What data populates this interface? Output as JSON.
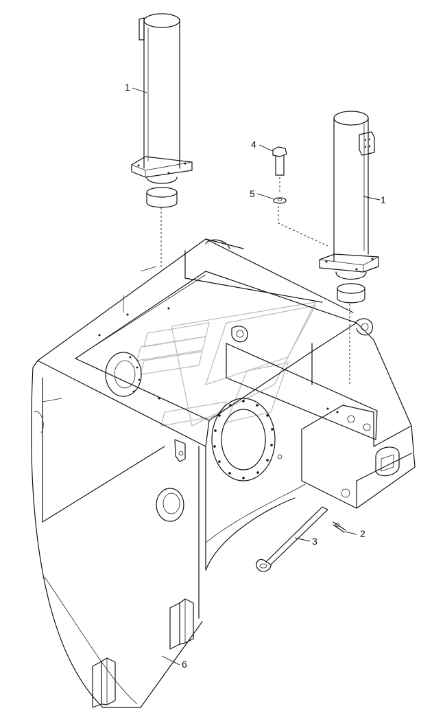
{
  "callouts": [
    {
      "label": "1"
    },
    {
      "label": "1"
    },
    {
      "label": "2"
    },
    {
      "label": "3"
    },
    {
      "label": "4"
    },
    {
      "label": "5"
    },
    {
      "label": "6"
    }
  ]
}
